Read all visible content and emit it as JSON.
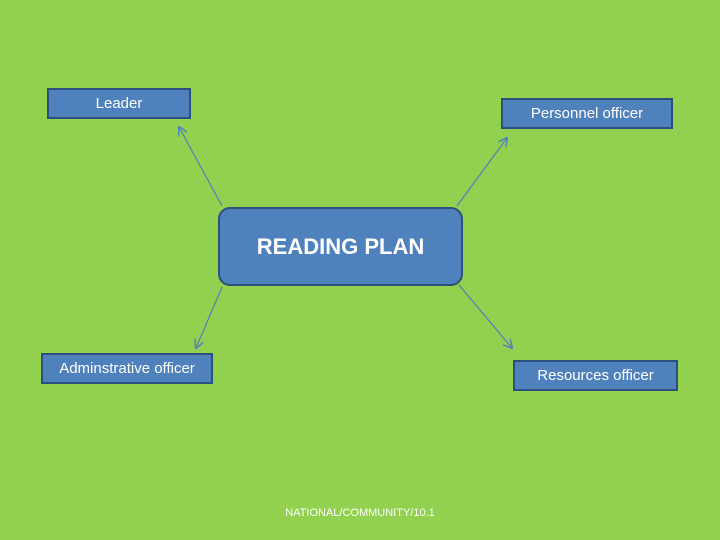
{
  "diagram": {
    "center_label": "READING PLAN",
    "nodes": {
      "leader": "Leader",
      "personnel": "Personnel officer",
      "admin": "Adminstrative officer",
      "resources": "Resources officer"
    },
    "footer": "NATIONAL/COMMUNITY/10.1"
  },
  "colors": {
    "background": "#92d050",
    "box_fill": "#4f81bd",
    "box_border": "#2c4f7c",
    "connector": "#4f81bd",
    "text": "#ffffff"
  }
}
